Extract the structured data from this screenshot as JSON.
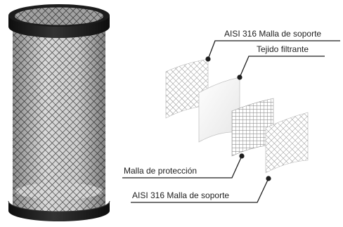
{
  "callouts": {
    "outer_support_mesh": "AISI 316 Malla de soporte",
    "filter_fabric": "Tejido filtrante",
    "protection_mesh": "Malla de protección",
    "inner_support_mesh": "AISI 316 Malla de soporte"
  },
  "colors": {
    "end_cap": "#1c1c1c",
    "mesh_wire": "#555555",
    "fabric": "#f4f4f4",
    "leader_line": "#1e1e1e"
  },
  "icons": {
    "filter": "cylindrical-filter-element-icon"
  }
}
